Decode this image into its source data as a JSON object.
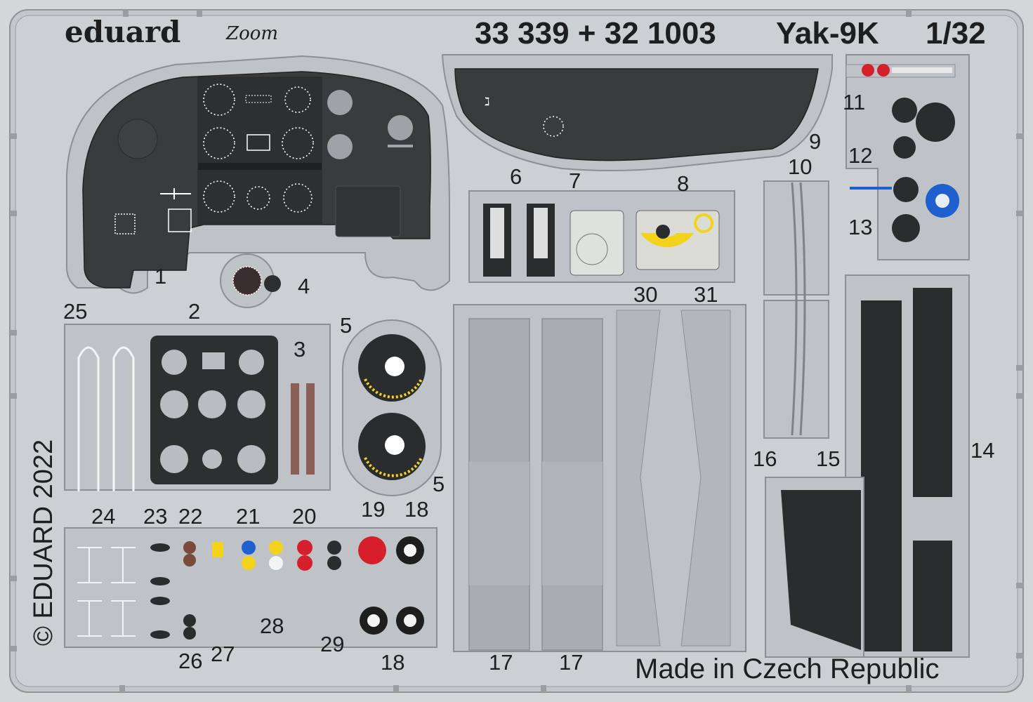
{
  "header": {
    "brand": "eduard",
    "zoom_logo": "Zoom",
    "set_numbers": "33 339 + 32 1003",
    "model": "Yak-9K",
    "scale": "1/32"
  },
  "footer": {
    "made_in": "Made in Czech Republic",
    "copyright": "© EDUARD 2022"
  },
  "part_numbers": {
    "p1": "1",
    "p2": "2",
    "p3": "3",
    "p4": "4",
    "p5a": "5",
    "p5b": "5",
    "p6": "6",
    "p7": "7",
    "p8": "8",
    "p9": "9",
    "p10": "10",
    "p11": "11",
    "p12": "12",
    "p13": "13",
    "p14": "14",
    "p15": "15",
    "p16": "16",
    "p17a": "17",
    "p17b": "17",
    "p18a": "18",
    "p18b": "18",
    "p19": "19",
    "p20": "20",
    "p21": "21",
    "p22": "22",
    "p23": "23",
    "p24": "24",
    "p25": "25",
    "p26": "26",
    "p27": "27",
    "p28": "28",
    "p29": "29",
    "p30": "30",
    "p31": "31"
  },
  "colors": {
    "fret": "#c3c7cb",
    "panel_dark": "#3a3b3d",
    "knob_red": "#d5202b",
    "knob_yellow": "#f2d21b",
    "knob_blue": "#1f5fd0",
    "knob_brown": "#7a4a3a",
    "seatbelt_red": "#8a5f58"
  }
}
